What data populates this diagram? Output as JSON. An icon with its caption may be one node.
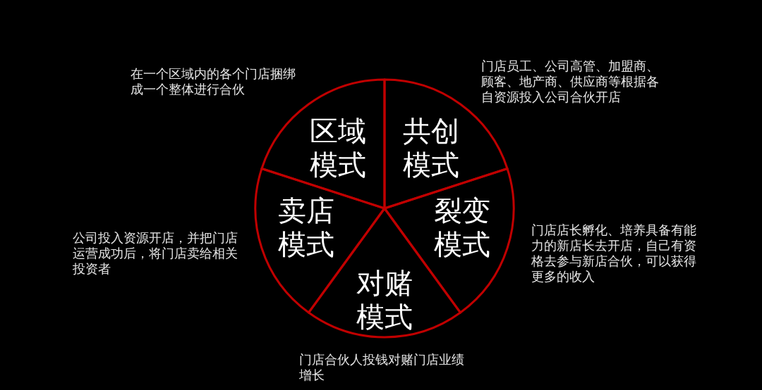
{
  "diagram": {
    "nodes": [
      {
        "text": [
          "区域模式"
        ],
        "beside": [
          "在一个区域内的各个门店捆绑成一个整体进行合伙"
        ]
      },
      {
        "text": [
          "共创模式"
        ],
        "beside": [
          "门店员工、公司高管、加盟商、顾客、地产商、供应商等根据各自资源投入公司合伙开店"
        ]
      },
      {
        "text": [
          "卖店模式"
        ],
        "beside": [
          "公司投入资源开店，并把门店运营成功后，将门店卖给相关投资者"
        ]
      },
      {
        "text": [
          "裂变模式"
        ],
        "beside": [
          "门店店长孵化、培养具备有能力的新店长去开店，自己有资格去参与新店合伙，可以获得更多的收入"
        ]
      },
      {
        "text": [
          "对赌模式"
        ],
        "beside": [
          "门店合伙人投钱对赌门店业绩增长"
        ]
      }
    ]
  }
}
